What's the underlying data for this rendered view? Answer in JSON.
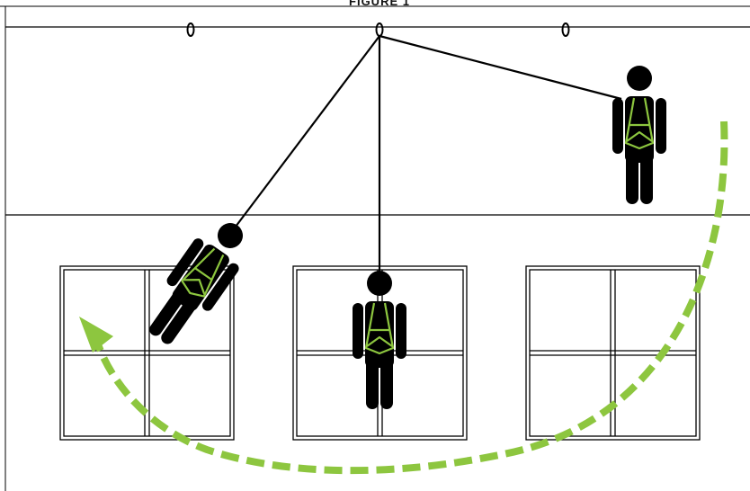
{
  "figure": {
    "caption": "FIGURE 1"
  },
  "colors": {
    "line": "#000000",
    "harness": "#8dc63f",
    "swing_arrow": "#8dc63f",
    "background": "#ffffff"
  },
  "elements": {
    "anchors": [
      "anchor-ring-icon",
      "anchor-ring-icon",
      "anchor-ring-icon"
    ],
    "workers": [
      "worker-roof-icon",
      "worker-hanging-icon",
      "worker-swinging-icon"
    ],
    "windows": [
      "window-left",
      "window-center",
      "window-right"
    ],
    "arrow": "swing-fall-arrow-icon"
  }
}
